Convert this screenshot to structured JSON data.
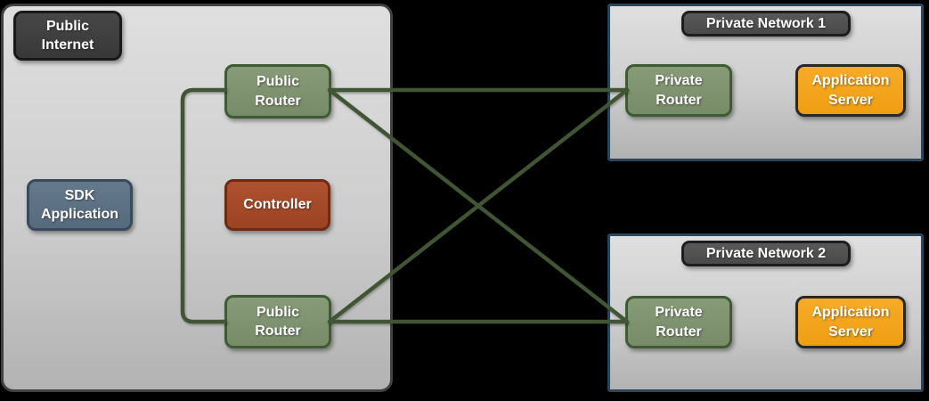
{
  "public_internet": {
    "title": "Public Internet",
    "sdk_application": "SDK Application",
    "controller": "Controller",
    "public_router_top": "Public Router",
    "public_router_bottom": "Public Router"
  },
  "private_network_1": {
    "title": "Private Network 1",
    "private_router": "Private Router",
    "application_server": "Application Server"
  },
  "private_network_2": {
    "title": "Private Network 2",
    "private_router": "Private Router",
    "application_server": "Application Server"
  },
  "connections": [
    {
      "from": "public-router-top",
      "to": "public-router-bottom"
    },
    {
      "from": "public-router-top",
      "to": "private-network-1-router"
    },
    {
      "from": "public-router-top",
      "to": "private-network-2-router"
    },
    {
      "from": "public-router-bottom",
      "to": "private-network-1-router"
    },
    {
      "from": "public-router-bottom",
      "to": "private-network-2-router"
    }
  ],
  "colors": {
    "background": "#000000",
    "container_fill_top": "#DFDFDF",
    "container_fill_bottom": "#B2B2B2",
    "public_internet_border": "#414141",
    "private_network_border": "#2C4659",
    "router_fill": "#7E926F",
    "router_border": "#3E5B33",
    "controller_fill": "#A54A29",
    "controller_border": "#6D2B11",
    "sdk_fill": "#5D7285",
    "sdk_border": "#394A5C",
    "server_fill": "#F2A31C",
    "server_border": "#282828",
    "dark_label_fill": "#3D3D3D",
    "net_title_fill": "#4F4F4F",
    "link_color": "#3F5533",
    "text_color": "#FFFFFF"
  }
}
